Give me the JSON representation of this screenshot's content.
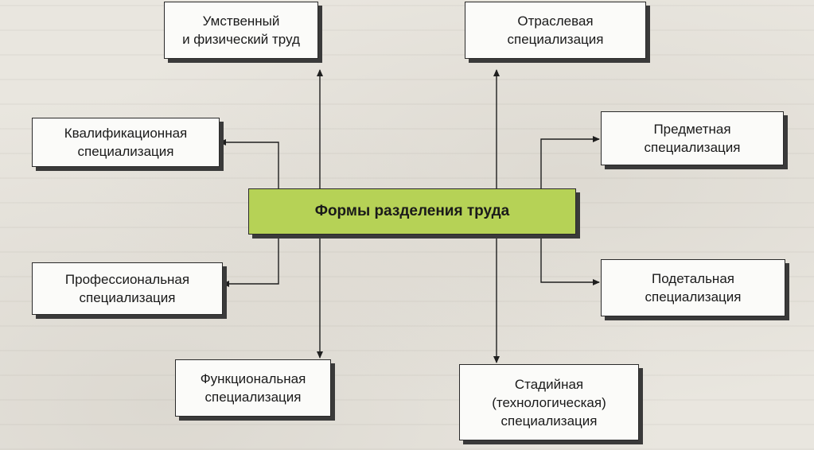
{
  "diagram": {
    "center": "Формы разделения труда",
    "nodes": {
      "mental_physical": "Умственный\nи физический труд",
      "sectoral": "Отраслевая\nспециализация",
      "qualification": "Квалификационная\nспециализация",
      "subject": "Предметная\nспециализация",
      "professional": "Профессиональная\nспециализация",
      "detail": "Подетальная\nспециализация",
      "functional": "Функциональная\nспециализация",
      "stage": "Стадийная\n(технологическая)\nспециализация"
    },
    "colors": {
      "center_fill": "#b6d256",
      "box_fill": "#fbfbf9",
      "line": "#1f1f1f"
    }
  }
}
